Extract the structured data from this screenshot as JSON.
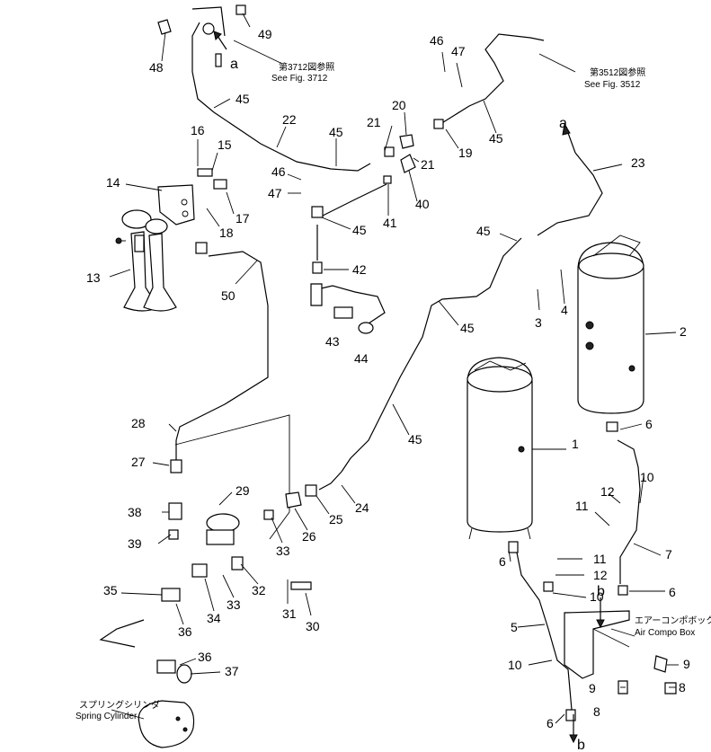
{
  "labels": {
    "p1": "1",
    "p2": "2",
    "p3": "3",
    "p4": "4",
    "p5": "5",
    "p6a": "6",
    "p6b": "6",
    "p6c": "6",
    "p6d": "6",
    "p7": "7",
    "p8a": "8",
    "p8b": "8",
    "p9a": "9",
    "p9b": "9",
    "p10a": "10",
    "p10b": "10",
    "p10c": "10",
    "p11a": "11",
    "p11b": "11",
    "p12a": "12",
    "p12b": "12",
    "p13": "13",
    "p14": "14",
    "p15": "15",
    "p16": "16",
    "p17": "17",
    "p18": "18",
    "p19": "19",
    "p20": "20",
    "p21a": "21",
    "p21b": "21",
    "p22": "22",
    "p23": "23",
    "p24": "24",
    "p25": "25",
    "p26": "26",
    "p27": "27",
    "p28": "28",
    "p29": "29",
    "p30": "30",
    "p31": "31",
    "p32": "32",
    "p33a": "33",
    "p33b": "33",
    "p34": "34",
    "p35": "35",
    "p36a": "36",
    "p36b": "36",
    "p37": "37",
    "p38": "38",
    "p39": "39",
    "p40": "40",
    "p41": "41",
    "p42": "42",
    "p43": "43",
    "p44": "44",
    "p45a": "45",
    "p45b": "45",
    "p45c": "45",
    "p45d": "45",
    "p45e": "45",
    "p45f": "45",
    "p45g": "45",
    "p46a": "46",
    "p46b": "46",
    "p47a": "47",
    "p47b": "47",
    "p48": "48",
    "p49": "49",
    "p50": "50"
  },
  "refs": {
    "a_top": "a",
    "a_right": "a",
    "b_mid": "b",
    "b_bottom": "b"
  },
  "notes": {
    "fig3712_jp": "第3712図参照",
    "fig3712_en": "See Fig. 3712",
    "fig3512_jp": "第3512図参照",
    "fig3512_en": "See Fig. 3512",
    "aircompo_jp": "エアーコンポボックス",
    "aircompo_en": "Air Compo Box",
    "spring_jp": "スプリングシリンダ",
    "spring_en": "Spring Cylinder"
  }
}
